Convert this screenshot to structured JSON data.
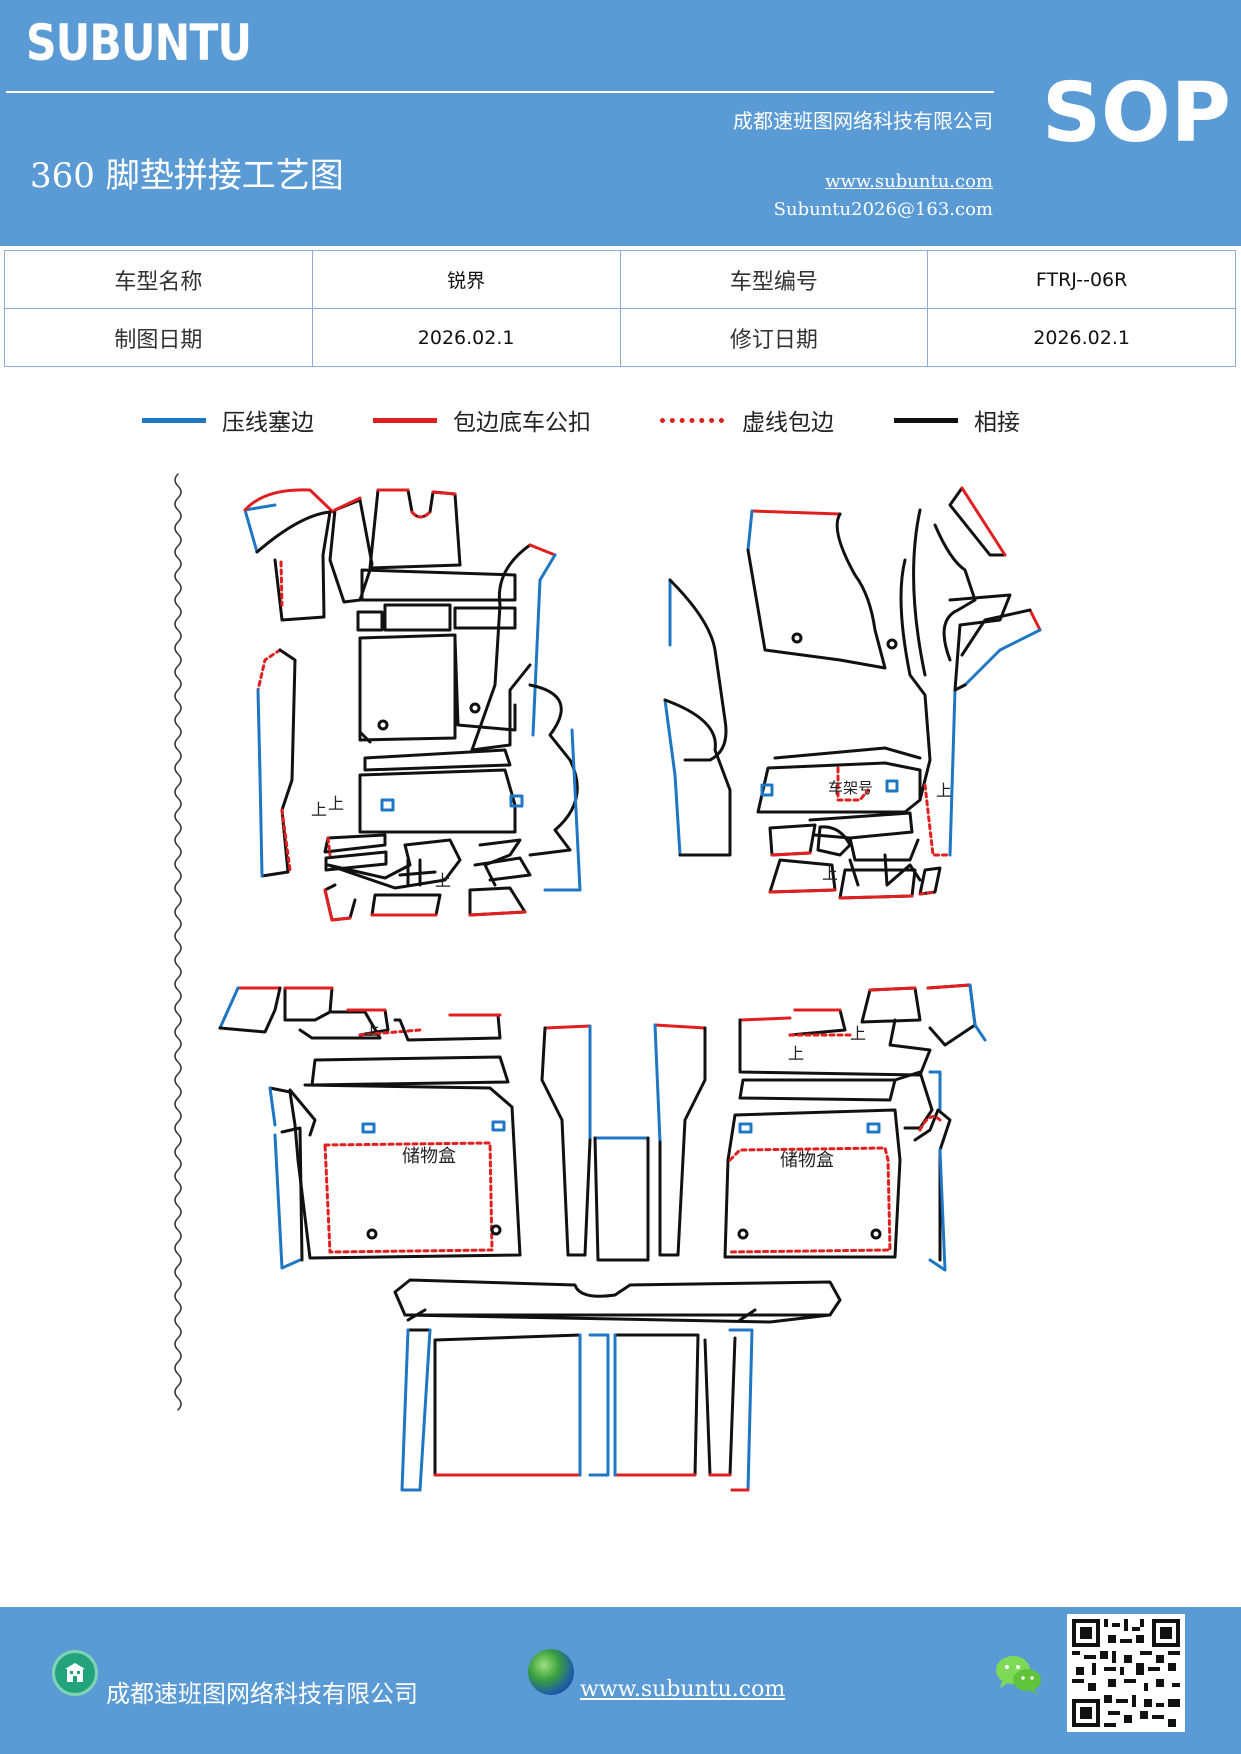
{
  "header": {
    "brand": "SUBUNTU",
    "company": "成都速班图网络科技有限公司",
    "title": "360 脚垫拼接工艺图",
    "website": "www.subuntu.com",
    "email": "Subuntu2026@163.com",
    "sop": "SOP",
    "background_color": "#5b9bd5"
  },
  "info_table": {
    "rows": [
      {
        "label1": "车型名称",
        "value1": "锐界",
        "label2": "车型编号",
        "value2": "FTRJ--06R"
      },
      {
        "label1": "制图日期",
        "value1": "2026.02.1",
        "label2": "修订日期",
        "value2": "2026.02.1"
      }
    ]
  },
  "legend": [
    {
      "label": "压线塞边",
      "color": "#1f77c4",
      "style": "solid"
    },
    {
      "label": "包边底车公扣",
      "color": "#e02020",
      "style": "solid"
    },
    {
      "label": "虚线包边",
      "color": "#e02020",
      "style": "dotted"
    },
    {
      "label": "相接",
      "color": "#111111",
      "style": "solid"
    }
  ],
  "diagram": {
    "labels": {
      "frame_number": "车架号",
      "storage_box_left": "储物盒",
      "storage_box_right": "储物盒",
      "mark_1": "上",
      "mark_2": "上",
      "mark_3": "上",
      "mark_4": "上",
      "mark_5": "上",
      "mark_6": "上",
      "mark_7": "上",
      "mark_8": "上"
    },
    "colors": {
      "press": "#1f77c4",
      "edge": "#e02020",
      "joint": "#111111"
    }
  },
  "footer": {
    "company": "成都速班图网络科技有限公司",
    "website": "www.subuntu.com",
    "company_icon": "building-icon",
    "website_icon": "globe-icon",
    "wechat_icon": "wechat-icon",
    "qr_icon": "qr-code"
  }
}
